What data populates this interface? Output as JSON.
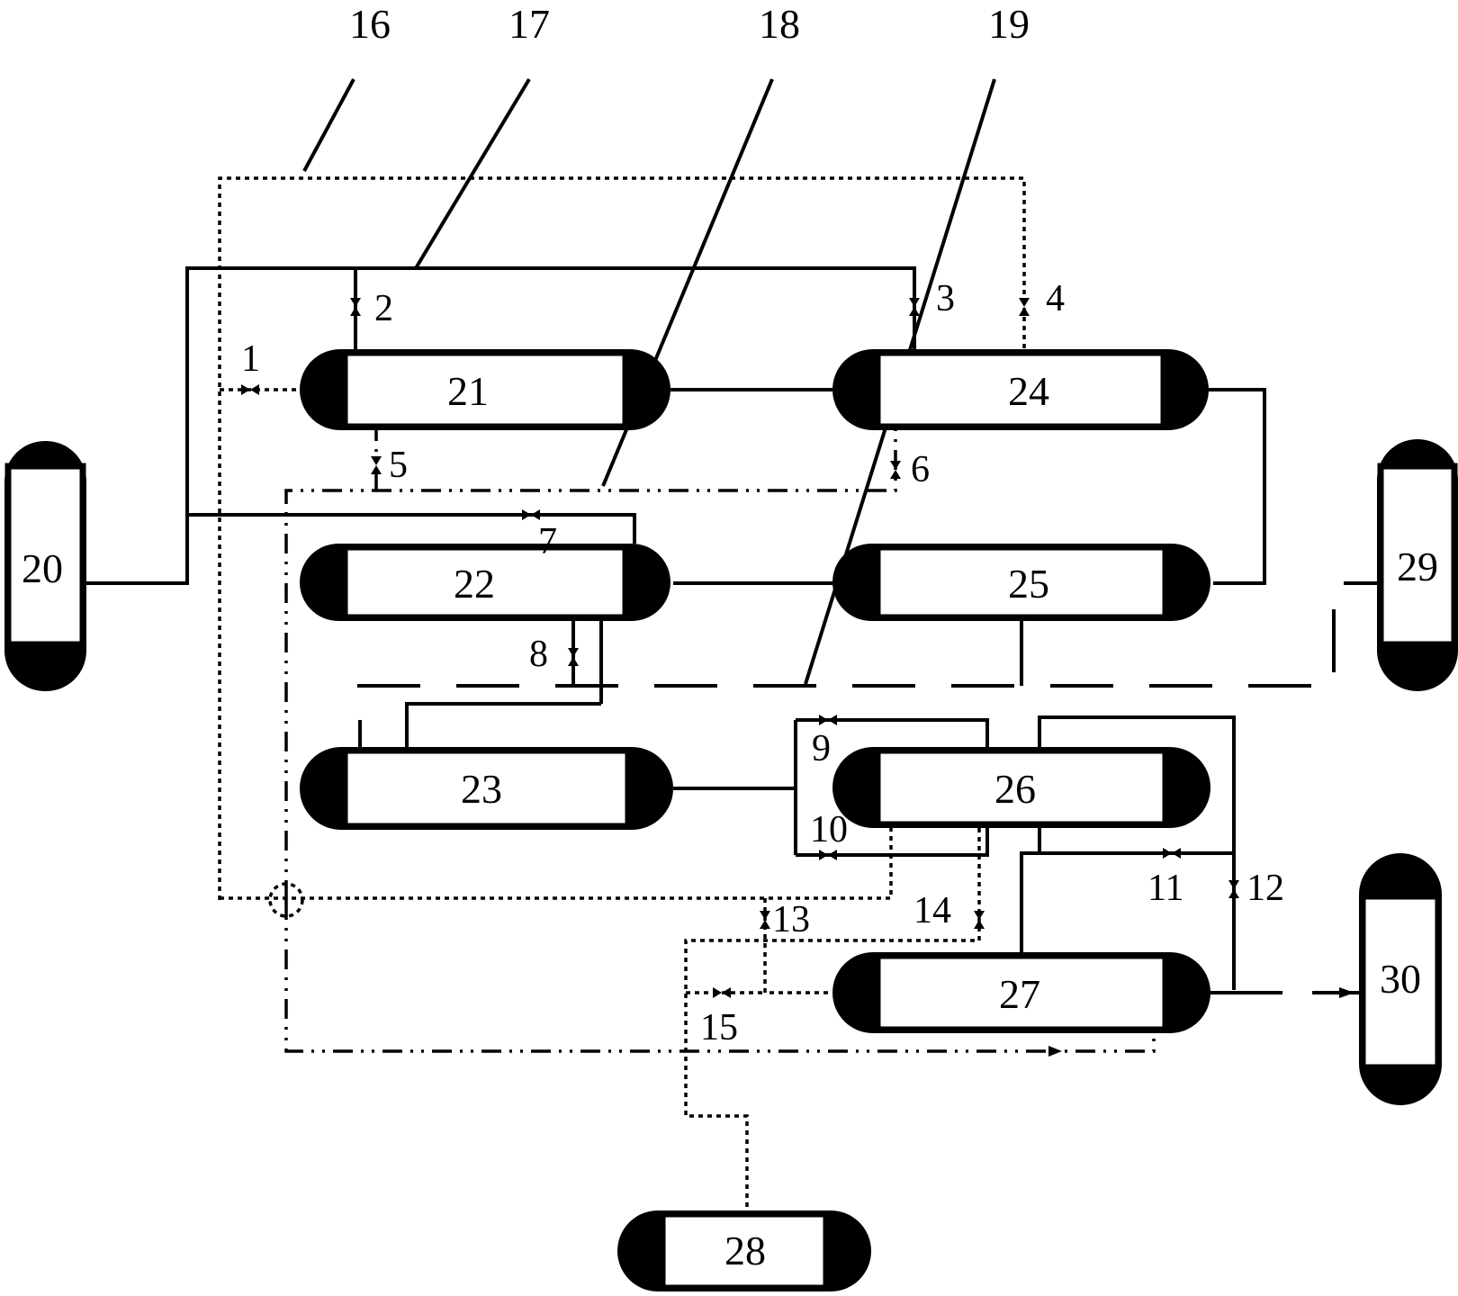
{
  "vessels": [
    {
      "id": "vessel-20",
      "label": "20"
    },
    {
      "id": "vessel-21",
      "label": "21"
    },
    {
      "id": "vessel-22",
      "label": "22"
    },
    {
      "id": "vessel-23",
      "label": "23"
    },
    {
      "id": "vessel-24",
      "label": "24"
    },
    {
      "id": "vessel-25",
      "label": "25"
    },
    {
      "id": "vessel-26",
      "label": "26"
    },
    {
      "id": "vessel-27",
      "label": "27"
    },
    {
      "id": "vessel-28",
      "label": "28"
    },
    {
      "id": "vessel-29",
      "label": "29"
    },
    {
      "id": "vessel-30",
      "label": "30"
    }
  ],
  "valves": [
    "1",
    "2",
    "3",
    "4",
    "5",
    "6",
    "7",
    "8",
    "9",
    "10",
    "11",
    "12",
    "13",
    "14",
    "15"
  ],
  "leaders": [
    "16",
    "17",
    "18",
    "19"
  ]
}
